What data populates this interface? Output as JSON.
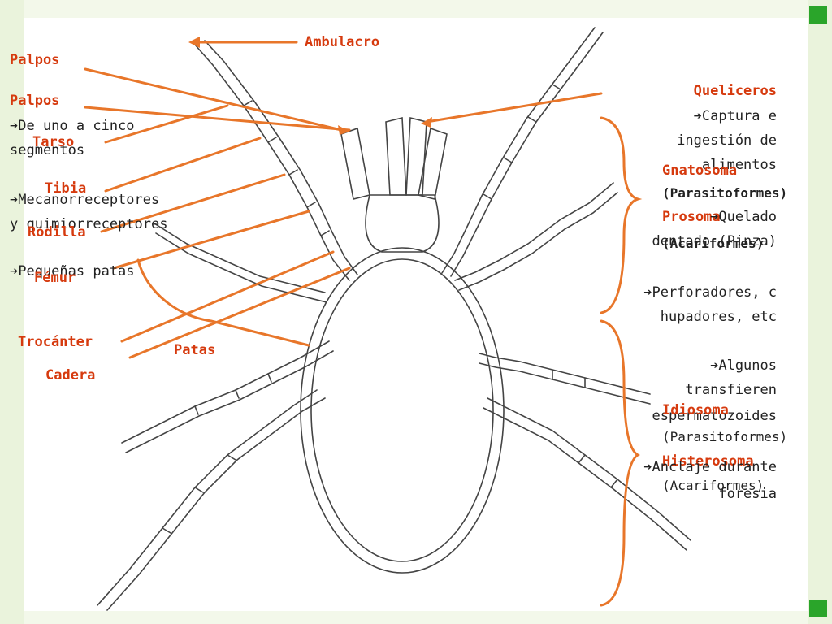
{
  "colors": {
    "accent": "#e8762a",
    "label_red": "#d63a0e",
    "corner_green": "#2aa52a"
  },
  "labels": {
    "ambulacro": "Ambulacro",
    "palpos_1": "Palpos",
    "palpos_2": "Palpos",
    "palpos_desc_1": "➔De uno a cinco",
    "palpos_desc_2": "segmentos",
    "tarso": "Tarso",
    "tibia": "Tibia",
    "mecano_1": "➔Mecanorreceptores",
    "mecano_2": "y quimiorreceptores",
    "rodilla": "Rodilla",
    "pequenas": "➔Pequeñas patas",
    "femur": "Fémur",
    "trocanter": "Trocánter",
    "cadera": "Cadera",
    "patas": "Patas",
    "queliceros": "Queliceros",
    "quel_desc_1": "➔Captura e",
    "quel_desc_2": "ingestión de",
    "quel_desc_3": "alimentos",
    "gnatosoma": "Gnatosoma",
    "parasitoformes_1": "(Parasitoformes)",
    "protorosoma": "Prosoma",
    "quel_desc_4": "➔Quelado",
    "quel_desc_5": "dentado (Pinza)",
    "acariformes_1": "(Acariformes)",
    "quel_desc_6": "➔Perforadores, c",
    "quel_desc_7": "hupadores, etc",
    "algunos_1": "➔Algunos",
    "algunos_2": "transfieren",
    "algunos_3": "espermatozoides",
    "idiosoma": "Idiosoma",
    "parasitoformes_2": "(Parasitoformes)",
    "histerosoma": "Histerosoma",
    "anclaje_1": "➔Anclaje durante",
    "acariformes_2": "(Acariformes)",
    "anclaje_2": "foresia"
  }
}
